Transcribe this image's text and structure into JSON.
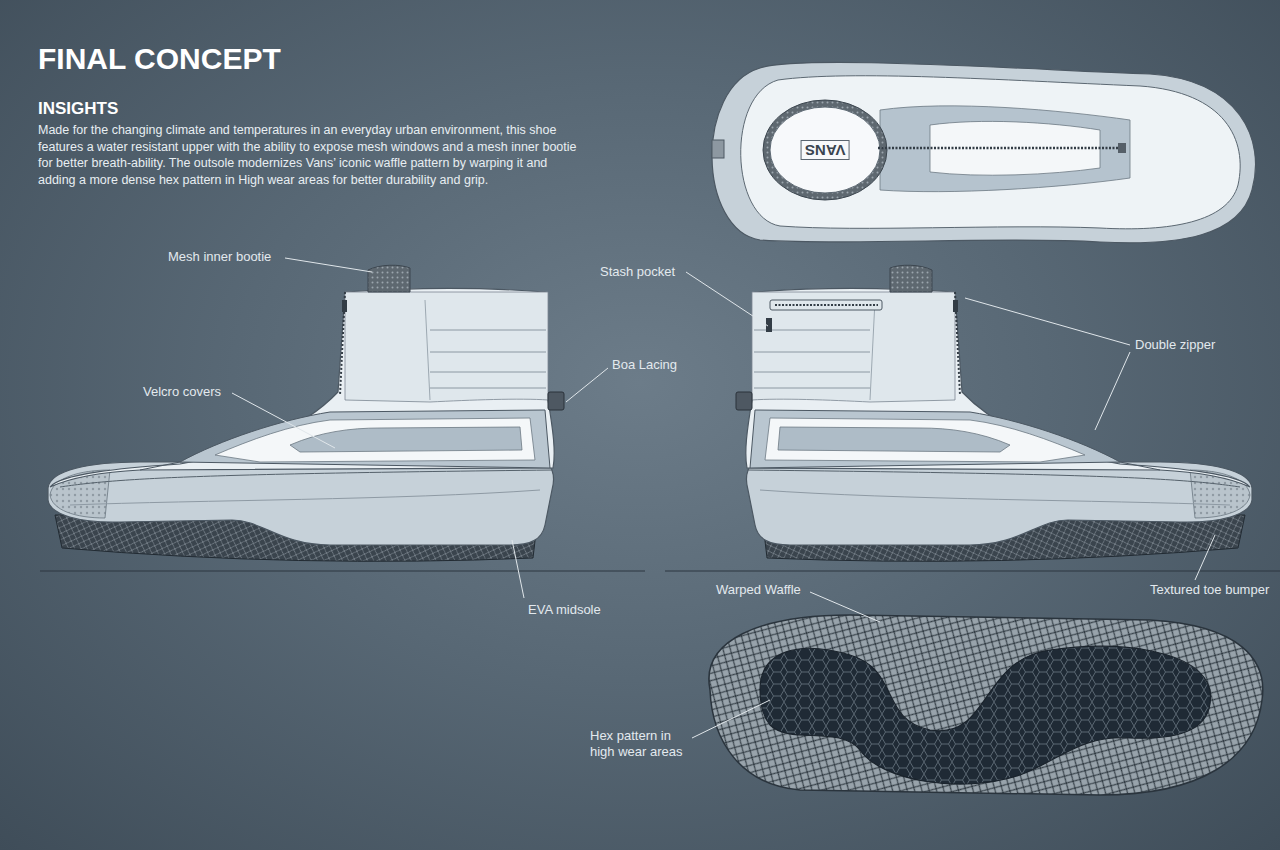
{
  "diagram": {
    "title": "FINAL CONCEPT",
    "labels": [
      "INSIGHTS",
      "Made for the changing climate and temperatures in an everyday urban environment, this shoe features a water resistant upper with the ability to expose mesh windows and a mesh inner bootie for better breath-ability. The outsole modernizes Vans’ iconic waffle pattern by warping it and adding a more dense hex pattern in High wear areas for better durability and grip.",
      "Mesh inner bootie",
      "Velcro covers",
      "Boa Lacing",
      "Stash pocket",
      "Double zipper",
      "EVA midsole",
      "Warped Waffle",
      "Textured toe bumper",
      "Hex pattern in high wear areas",
      "VANS"
    ]
  }
}
